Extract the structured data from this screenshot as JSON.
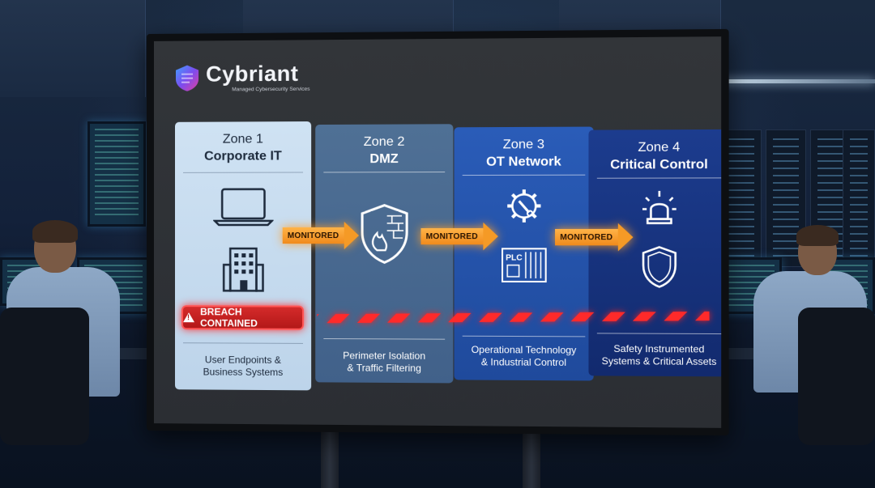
{
  "brand": {
    "name": "Cybriant",
    "tagline": "Managed Cybersecurity Services",
    "accent": "#7b4cf0"
  },
  "zones": [
    {
      "number": "Zone 1",
      "name": "Corporate IT",
      "description": [
        "User Endpoints &",
        "Business Systems"
      ],
      "icons": [
        "laptop-icon",
        "office-building-icon"
      ]
    },
    {
      "number": "Zone 2",
      "name": "DMZ",
      "description": [
        "Perimeter Isolation",
        "& Traffic Filtering"
      ],
      "icons": [
        "firewall-shield-icon"
      ]
    },
    {
      "number": "Zone 3",
      "name": "OT Network",
      "description": [
        "Operational Technology",
        "& Industrial Control"
      ],
      "icons": [
        "gear-wrench-icon",
        "plc-icon"
      ]
    },
    {
      "number": "Zone 4",
      "name": "Critical Control",
      "description": [
        "Safety Instrumented",
        "Systems & Critical Assets"
      ],
      "icons": [
        "alarm-beacon-icon",
        "shield-icon"
      ]
    }
  ],
  "arrows": [
    {
      "label": "MONITORED"
    },
    {
      "label": "MONITORED"
    },
    {
      "label": "MONITORED"
    }
  ],
  "alert": {
    "label": "BREACH CONTAINED",
    "color": "#d42a2a"
  },
  "colors": {
    "zone1": "#cfe2f3",
    "zone2": "#4f7095",
    "zone3": "#2a5cb8",
    "zone4": "#1c3c8e",
    "monitored": "#f59a26",
    "barrier": "#ff2a2a"
  }
}
